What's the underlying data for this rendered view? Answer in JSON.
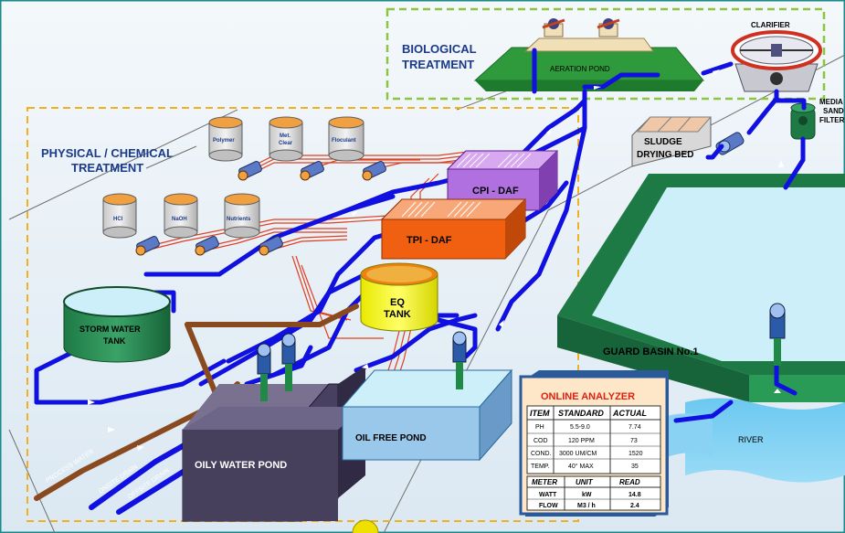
{
  "zones": {
    "biological": "BIOLOGICAL\nTREATMENT",
    "biological_line1": "BIOLOGICAL",
    "biological_line2": "TREATMENT",
    "physical_line1": "PHYSICAL / CHEMICAL",
    "physical_line2": "TREATMENT"
  },
  "units": {
    "clarifier": "CLARIFIER",
    "aeration_pond": "AERATION POND",
    "media_sand_filter_1": "MEDIA",
    "media_sand_filter_2": "SAND",
    "media_sand_filter_3": "FILTER",
    "sludge_1": "SLUDGE",
    "sludge_2": "DRYING BED",
    "cpi_daf": "CPI - DAF",
    "tpi_daf": "TPI - DAF",
    "eq_1": "EQ",
    "eq_2": "TANK",
    "storm_1": "STORM WATER",
    "storm_2": "TANK",
    "guard_basin": "GUARD BASIN No.1",
    "river": "RIVER",
    "oil_free_pond": "OIL FREE POND",
    "oily_water_pond": "OILY WATER POND"
  },
  "chemicals": {
    "polymer": "Polymer",
    "met_clear_1": "Met.",
    "met_clear_2": "Clear",
    "floculant": "Floculant",
    "hcl": "HCl",
    "naoh": "NaOH",
    "nutrients": "Nutrients"
  },
  "drains": {
    "process_water": "PROCESS WATER",
    "onsite_drain": "ONSITE DRAIN",
    "offsite_drain": "OFFSITE DRAIN"
  },
  "analyzer": {
    "title": "ONLINE ANALYZER",
    "headers": [
      "ITEM",
      "STANDARD",
      "ACTUAL"
    ],
    "rows": [
      [
        "PH",
        "5.5-9.0",
        "7.74"
      ],
      [
        "COD",
        "120 PPM",
        "73"
      ],
      [
        "COND.",
        "3000 UM/CM",
        "1520"
      ],
      [
        "TEMP.",
        "40° MAX",
        "35"
      ]
    ],
    "meter_headers": [
      "METER",
      "UNIT",
      "READ"
    ],
    "meter_rows": [
      [
        "WATT",
        "kW",
        "14.8"
      ],
      [
        "FLOW",
        "M3 / h",
        "2.4"
      ]
    ]
  },
  "colors": {
    "pipe": "#1010e0",
    "chem_line": "#e04020",
    "bio_border": "#8cc63f",
    "phys_border": "#f0b020",
    "ground": "#e6f0f7"
  }
}
